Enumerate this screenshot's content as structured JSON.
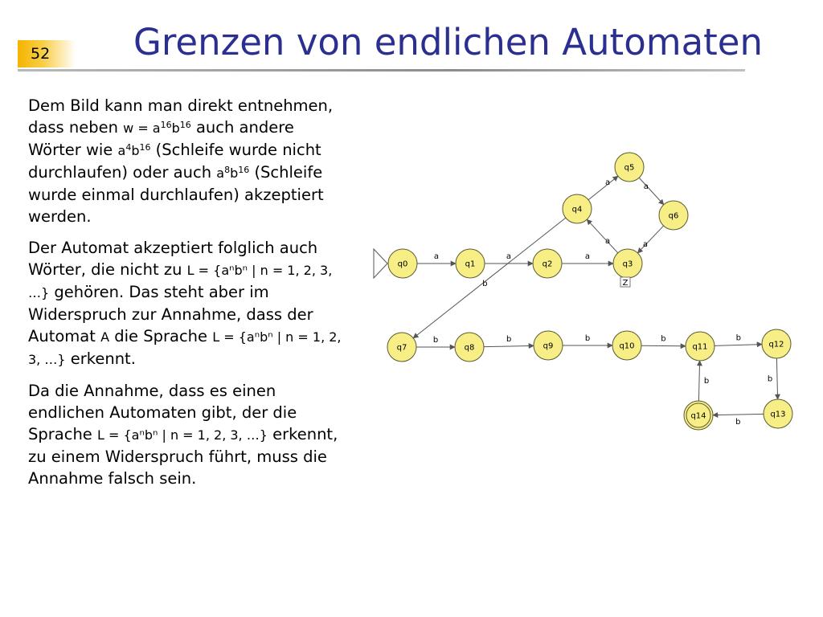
{
  "slide": {
    "page_number": "52",
    "title": "Grenzen von endlichen Automaten"
  },
  "paragraphs": [
    {
      "p1_a": "Dem Bild kann man direkt entnehmen, dass neben ",
      "w": "w = a",
      "w_exp1": "16",
      "w_b": "b",
      "w_exp2": "16",
      "p1_b": " auch andere Wörter wie ",
      "x1": "a",
      "x1_exp1": "4",
      "x1_b": "b",
      "x1_exp2": "16",
      "p1_c": " (Schleife wurde nicht durchlaufen) oder auch ",
      "x2": "a",
      "x2_exp1": "8",
      "x2_b": "b",
      "x2_exp2": "16",
      "p1_d": " (Schleife wurde einmal durchlaufen) akzeptiert werden."
    },
    {
      "p2_a": "Der Automat akzeptiert folglich auch Wörter, die nicht zu ",
      "lang1": "L = {aⁿbⁿ | n = 1, 2, 3, …}",
      "p2_b": " gehören. Das steht aber im Widerspruch zur Annahme, dass der Automat ",
      "automat": "A",
      "p2_c": " die Sprache ",
      "lang2": "L = {aⁿbⁿ | n = 1, 2, 3, …}",
      "p2_d": " erkennt."
    },
    {
      "p3_a": "Da die Annahme, dass es einen endlichen Automaten gibt, der die Sprache ",
      "lang3": "L = {aⁿbⁿ | n = 1, 2, 3, …}",
      "p3_b": " erkennt, zu einem Widerspruch führt, muss die Annahme falsch sein."
    }
  ],
  "automaton": {
    "start_state": "q0",
    "accepting_state": "q14",
    "marker_label": "Z",
    "states": [
      "q0",
      "q1",
      "q2",
      "q3",
      "q4",
      "q5",
      "q6",
      "q7",
      "q8",
      "q9",
      "q10",
      "q11",
      "q12",
      "q13",
      "q14"
    ],
    "transitions": [
      {
        "from": "q0",
        "to": "q1",
        "symbol": "a"
      },
      {
        "from": "q1",
        "to": "q2",
        "symbol": "a"
      },
      {
        "from": "q2",
        "to": "q3",
        "symbol": "a"
      },
      {
        "from": "q3",
        "to": "q4",
        "symbol": "a"
      },
      {
        "from": "q4",
        "to": "q5",
        "symbol": "a"
      },
      {
        "from": "q5",
        "to": "q6",
        "symbol": "a"
      },
      {
        "from": "q6",
        "to": "q3",
        "symbol": "a"
      },
      {
        "from": "q4",
        "to": "q7",
        "symbol": "b"
      },
      {
        "from": "q7",
        "to": "q8",
        "symbol": "b"
      },
      {
        "from": "q8",
        "to": "q9",
        "symbol": "b"
      },
      {
        "from": "q9",
        "to": "q10",
        "symbol": "b"
      },
      {
        "from": "q10",
        "to": "q11",
        "symbol": "b"
      },
      {
        "from": "q11",
        "to": "q12",
        "symbol": "b"
      },
      {
        "from": "q12",
        "to": "q13",
        "symbol": "b"
      },
      {
        "from": "q13",
        "to": "q14",
        "symbol": "b"
      },
      {
        "from": "q14",
        "to": "q11",
        "symbol": "b"
      }
    ],
    "colors": {
      "state_fill": "#f7ee86",
      "state_stroke": "#5a5a32",
      "edge": "#555555"
    }
  }
}
